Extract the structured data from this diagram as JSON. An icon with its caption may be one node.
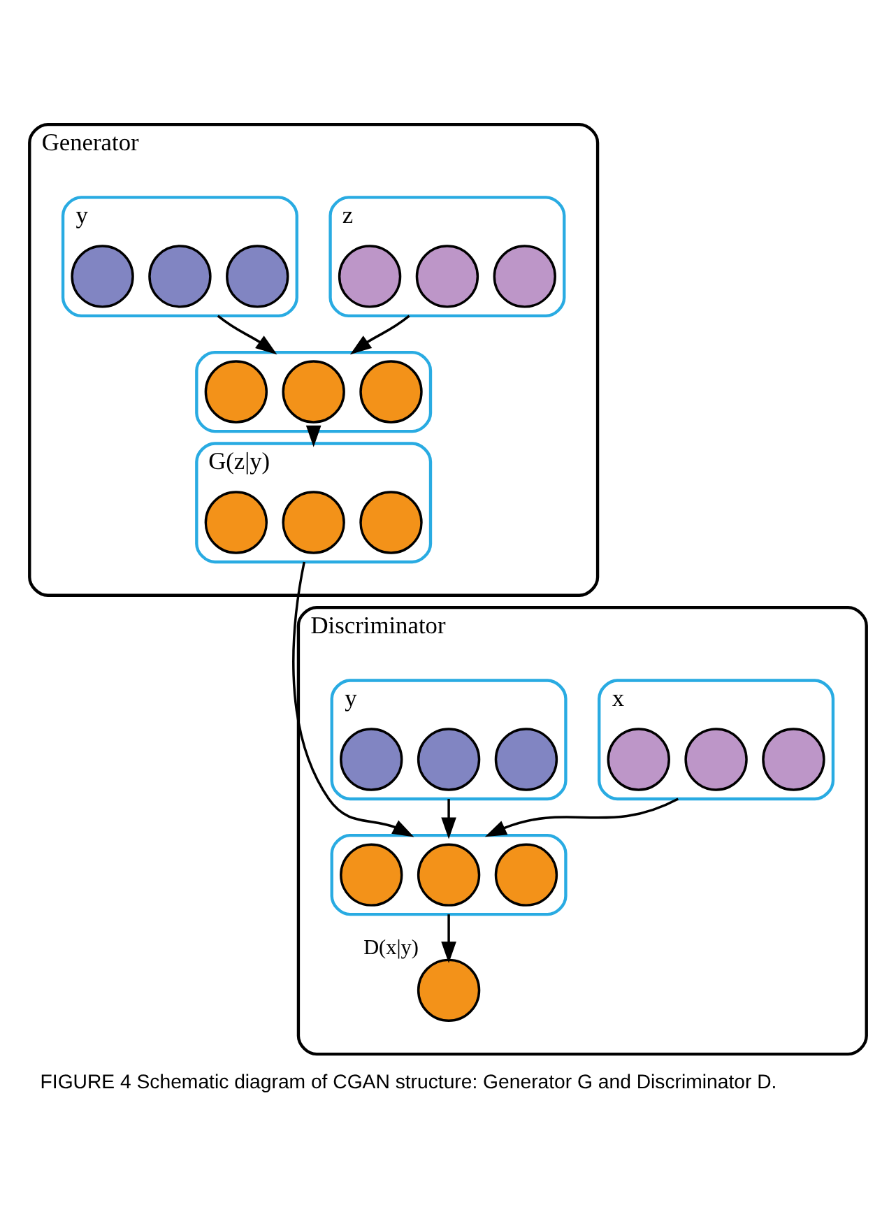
{
  "diagram": {
    "caption": "FIGURE 4 Schematic diagram of CGAN structure: Generator G and Discriminator D.",
    "nodes": [
      {
        "text": [
          "Generator"
        ]
      },
      {
        "text": [],
        "shape": "box",
        "in": 0,
        "beside": [
          "z"
        ]
      },
      {
        "text": [],
        "shape": "circle",
        "in": 1
      },
      {
        "text": [],
        "shape": "circle",
        "in": 1
      },
      {
        "text": [],
        "shape": "circle",
        "in": 1
      },
      {
        "text": [],
        "shape": "box",
        "in": 0,
        "beside": [
          "y"
        ]
      },
      {
        "text": [],
        "shape": "circle",
        "in": 5
      },
      {
        "text": [],
        "shape": "circle",
        "in": 5
      },
      {
        "text": [],
        "shape": "circle",
        "in": 5
      },
      {
        "text": [],
        "shape": "box",
        "in": 0
      },
      {
        "text": [],
        "shape": "circle",
        "in": 9
      },
      {
        "text": [],
        "shape": "circle",
        "in": 9
      },
      {
        "text": [],
        "shape": "circle",
        "in": 9
      },
      {
        "text": [],
        "shape": "box",
        "in": 0,
        "beside": [
          "G(z|y)"
        ]
      },
      {
        "text": [],
        "shape": "circle",
        "in": 13
      },
      {
        "text": [],
        "shape": "circle",
        "in": 13
      },
      {
        "text": [],
        "shape": "circle",
        "in": 13
      },
      {
        "text": [
          "Discriminator"
        ]
      },
      {
        "text": [],
        "shape": "box",
        "in": 17,
        "beside": [
          "x"
        ]
      },
      {
        "text": [],
        "shape": "circle",
        "in": 18
      },
      {
        "text": [],
        "shape": "circle",
        "in": 18
      },
      {
        "text": [],
        "shape": "circle",
        "in": 18
      },
      {
        "text": [],
        "shape": "box",
        "in": 17,
        "beside": [
          "y"
        ]
      },
      {
        "text": [],
        "shape": "circle",
        "in": 22
      },
      {
        "text": [],
        "shape": "circle",
        "in": 22
      },
      {
        "text": [],
        "shape": "circle",
        "in": 22
      },
      {
        "text": [],
        "shape": "box",
        "in": 17
      },
      {
        "text": [],
        "shape": "circle",
        "in": 26
      },
      {
        "text": [],
        "shape": "circle",
        "in": 26
      },
      {
        "text": [],
        "shape": "circle",
        "in": 26
      },
      {
        "text": [],
        "shape": "circle",
        "in": 17,
        "beside": [
          "D(x|y)"
        ]
      }
    ],
    "edges": [
      {
        "from": 1,
        "to": 9,
        "arrow": "to"
      },
      {
        "from": 5,
        "to": 9,
        "arrow": "to"
      },
      {
        "from": 9,
        "to": 13,
        "arrow": "to"
      },
      {
        "from": 13,
        "to": 26,
        "arrow": "to"
      },
      {
        "from": 18,
        "to": 26,
        "arrow": "to"
      },
      {
        "from": 22,
        "to": 26,
        "arrow": "to"
      },
      {
        "from": 26,
        "to": 30,
        "arrow": "to"
      }
    ]
  }
}
